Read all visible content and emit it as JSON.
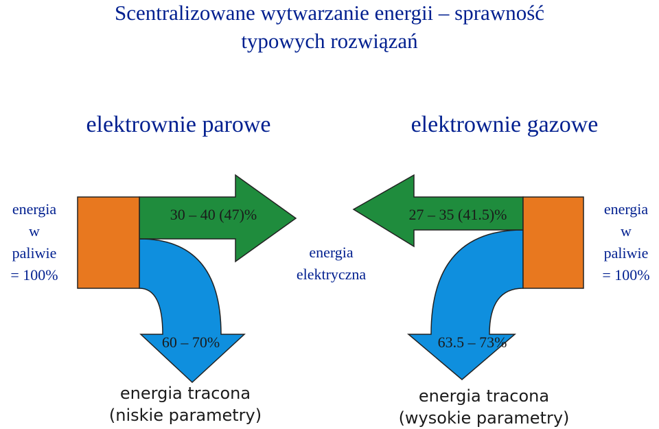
{
  "title": {
    "line1": "Scentralizowane wytwarzanie energii – sprawność",
    "line2": "typowych rozwiązań"
  },
  "columns": {
    "steam": "elektrownie parowe",
    "gas": "elektrownie gazowe"
  },
  "left": {
    "input": [
      "energia",
      "w",
      "paliwie",
      "= 100%"
    ],
    "electric_share": "30 – 40 (47)%",
    "loss_share": "60 – 70%",
    "loss_label": [
      "energia tracona",
      "(niskie parametry)"
    ]
  },
  "center": {
    "output": [
      "energia",
      "elektryczna"
    ]
  },
  "right": {
    "input": [
      "energia",
      "w",
      "paliwie",
      "= 100%"
    ],
    "electric_share": "27 – 35 (41.5)%",
    "loss_share": "63.5 – 73%",
    "loss_label": [
      "energia tracona",
      "(wysokie parametry)"
    ]
  },
  "colors": {
    "title": "#001f8f",
    "fuel_box": "#e8781f",
    "electric_arrow": "#1f8c3d",
    "loss_arrow": "#0f8fde"
  }
}
